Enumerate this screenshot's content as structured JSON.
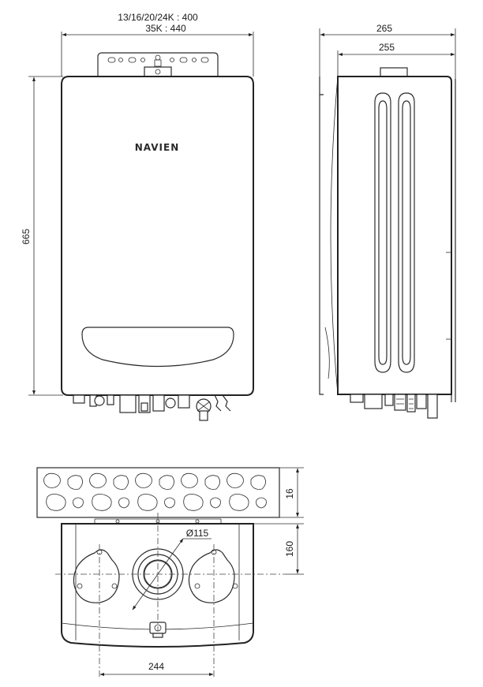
{
  "brand": "NAVIEN",
  "front_view": {
    "width_label_line1": "13/16/20/24K : 400",
    "width_label_line2": "35K : 440",
    "height_label": "665"
  },
  "side_view": {
    "depth_outer_label": "265",
    "depth_inner_label": "255"
  },
  "bottom_view": {
    "flue_diameter_label": "Ø115",
    "bracket_height_label": "16",
    "flue_offset_label": "160",
    "pipe_spacing_label": "244"
  }
}
